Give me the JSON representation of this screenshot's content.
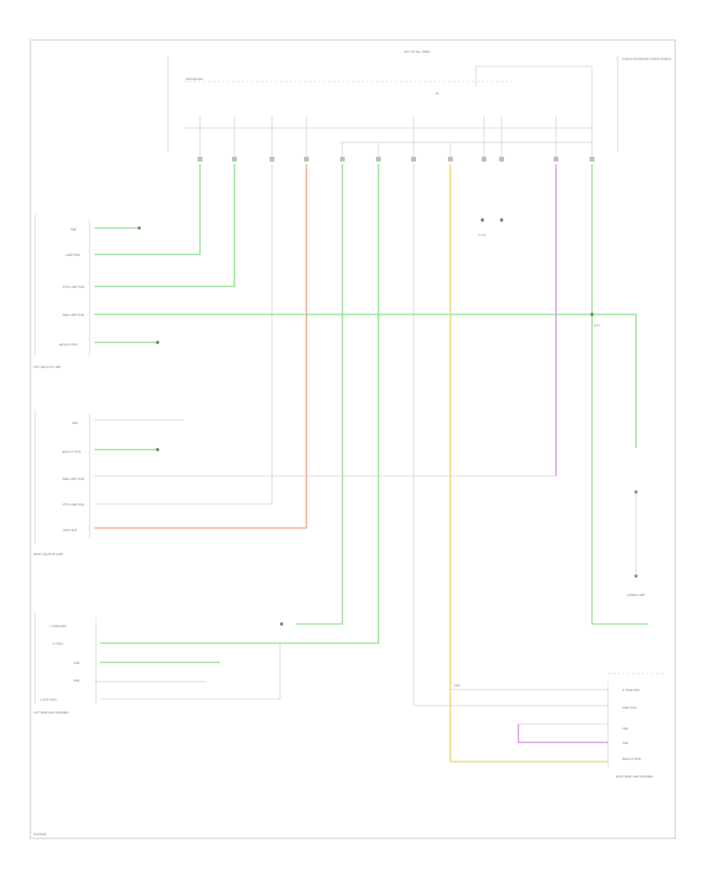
{
  "title": "HOT AT ALL TIMES",
  "bottom_note": "W1XXXXX",
  "colors": {
    "green": "#8be08b",
    "yellow": "#e6d36a",
    "violet": "#d98be3",
    "orange": "#f0a27a",
    "gray": "#bdbdbd"
  },
  "labels": {
    "ground_bus": "GROUND BUS",
    "b_plus": "B+",
    "ibcm_right": "TOTALLY INTEGRATED POWER MODULE",
    "tipm_left": "LEFT TAIL/STOP LAMP",
    "tipm_right": "RIGHT TAIL/STOP LAMP",
    "left_combo": "LEFT REAR LAMP ASSEMBLY",
    "right_combo": "RIGHT REAR LAMP ASSEMBLY",
    "license": "LICENSE LAMP",
    "splice": "S171",
    "ground_ref": "G300",
    "dw_conn": "C1 C2"
  },
  "left_lamp_pins": [
    "GND",
    "LAMP FEED",
    "STOP LAMP FEED",
    "PARK LAMP FEED",
    "BACK-UP FEED"
  ],
  "right_lamp_pins": [
    "GND",
    "BACK-UP FEED",
    "PARK LAMP FEED",
    "STOP LAMP FEED",
    "TURN FEED"
  ],
  "rear_pins": [
    "L TURN FEED",
    "LT FEED",
    "GND",
    "GND",
    "L STOP FEED"
  ],
  "rr_pins": [
    "R TURN FEED",
    "PARK FEED",
    "GND",
    "GND",
    "BACK-UP FEED"
  ]
}
